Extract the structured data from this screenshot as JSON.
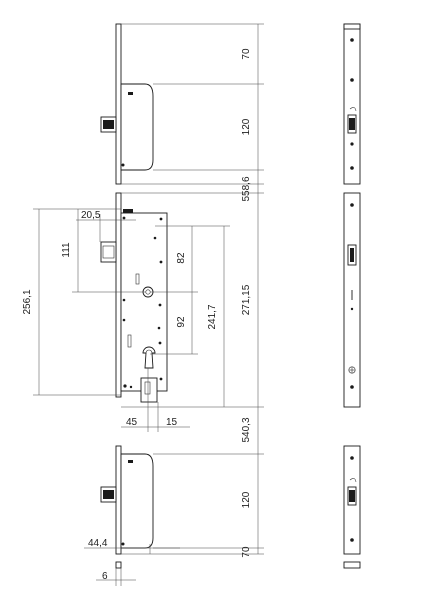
{
  "dimensions": {
    "top_section": "70",
    "top_gap": "120",
    "upper_lock_to_main": "558,6",
    "main_total": "271,15",
    "main_lower": "241,7",
    "main_upper": "82",
    "follower_to_cyl": "92",
    "main_height": "256,1",
    "handle_zone": "111",
    "latch_offset": "20,5",
    "backset": "45",
    "cyl_offset": "15",
    "main_to_lower_lock": "540,3",
    "bottom_gap": "120",
    "bottom_section": "70",
    "bottom_backset": "44,4",
    "faceplate_thickness": "6"
  }
}
